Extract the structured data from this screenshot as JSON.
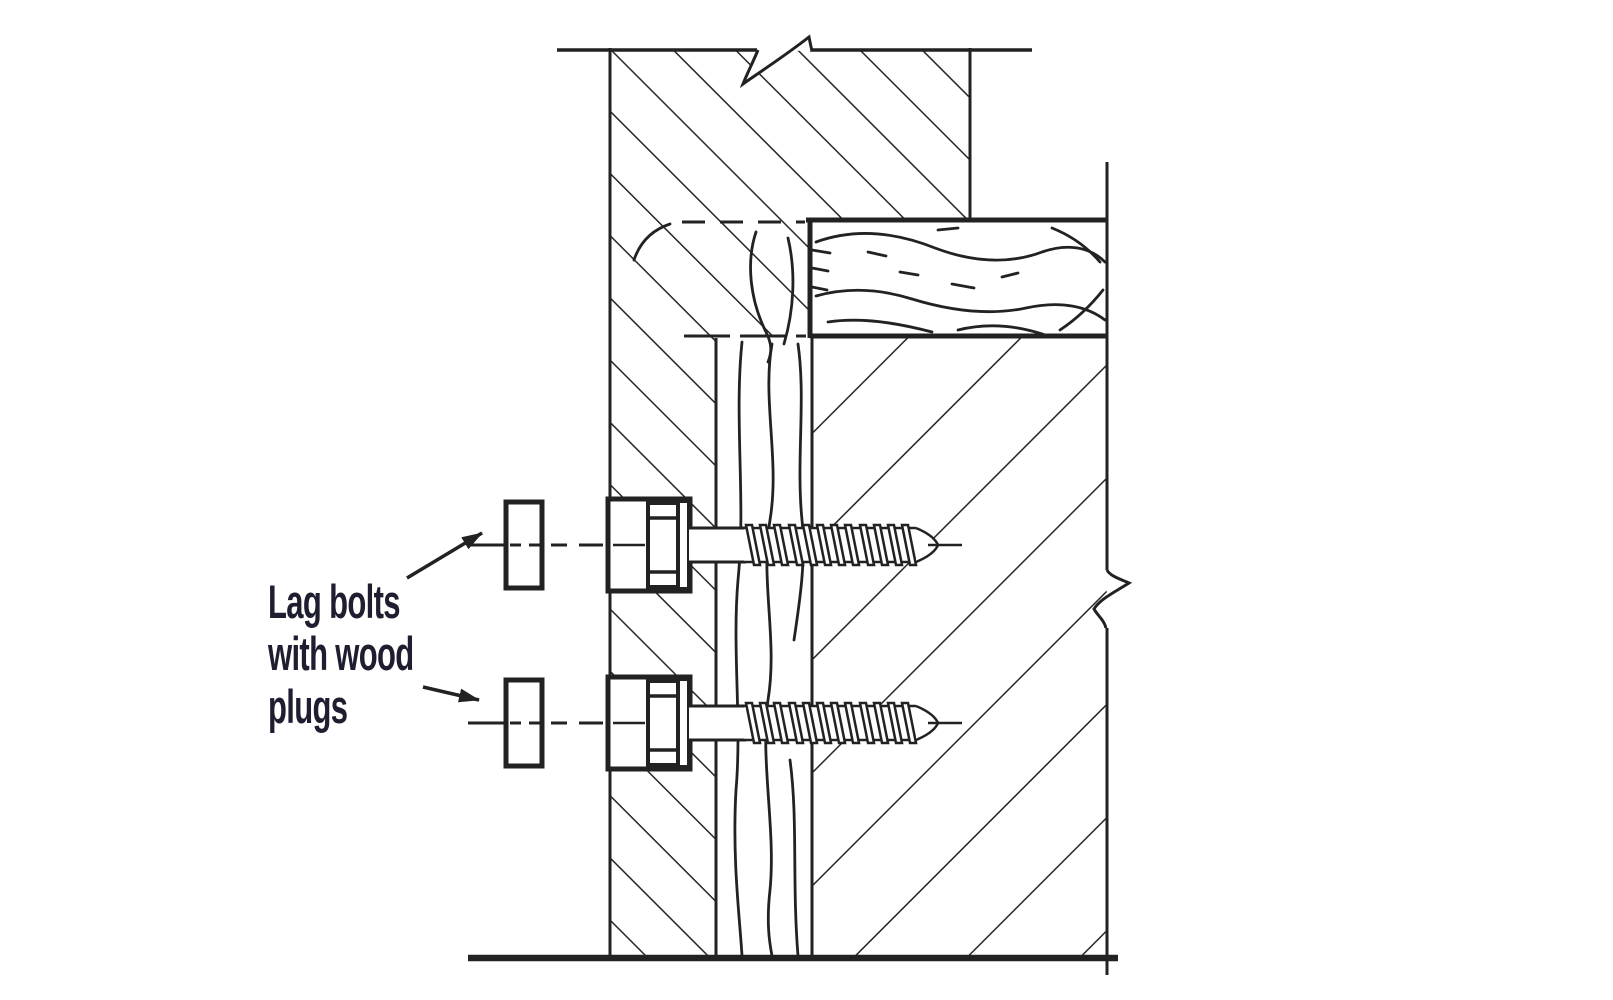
{
  "figure": {
    "label": {
      "lines": [
        "Lag bolts",
        "with wood",
        "plugs"
      ]
    },
    "colors": {
      "ink": "#222222",
      "label_ink": "#1e1e30",
      "background": "#ffffff"
    }
  }
}
